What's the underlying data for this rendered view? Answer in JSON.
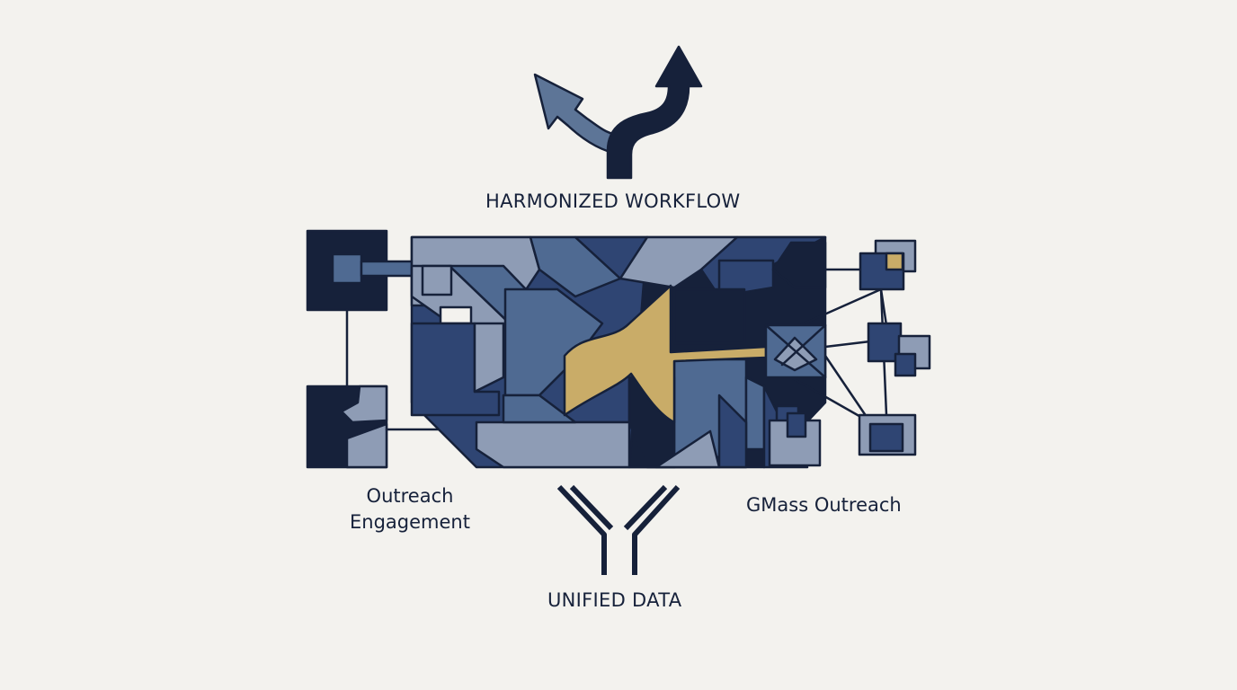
{
  "labels": {
    "top": "HARMONIZED WORKFLOW",
    "bottom": "UNIFIED DATA",
    "left_line1": "Outreach",
    "left_line2": "Engagement",
    "right": "GMass Outreach"
  },
  "icons": {
    "top": "split-arrows-icon",
    "bottom": "merge-funnel-icon"
  },
  "colors": {
    "background": "#f3f2ee",
    "navy_dark": "#16213a",
    "navy": "#2f4573",
    "slate": "#4f6a92",
    "steel": "#8e9cb5",
    "gold": "#c9ac68"
  }
}
